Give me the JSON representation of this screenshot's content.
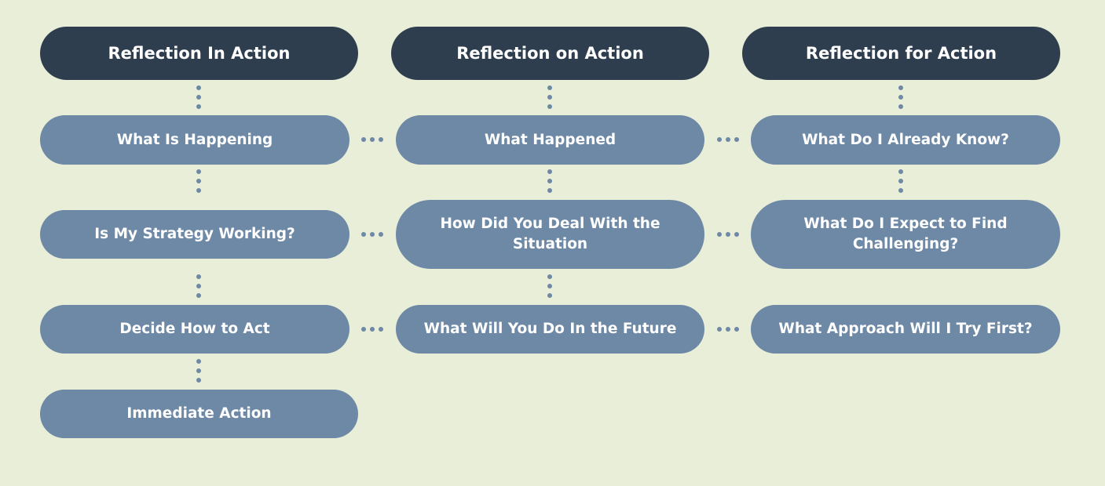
{
  "columns": [
    {
      "header": "Reflection In Action",
      "items": [
        "What Is Happening",
        "Is My Strategy Working?",
        "Decide How to Act",
        "Immediate Action"
      ]
    },
    {
      "header": "Reflection on Action",
      "items": [
        "What Happened",
        "How Did You Deal With the Situation",
        "What Will You Do In the Future"
      ]
    },
    {
      "header": "Reflection for Action",
      "items": [
        "What Do I Already Know?",
        "What Do I Expect to Find Challenging?",
        "What Approach Will I Try First?"
      ]
    }
  ],
  "colors": {
    "background": "#e9eed8",
    "header": "#2f3e4f",
    "node": "#6e89a6",
    "text": "#ffffff"
  }
}
